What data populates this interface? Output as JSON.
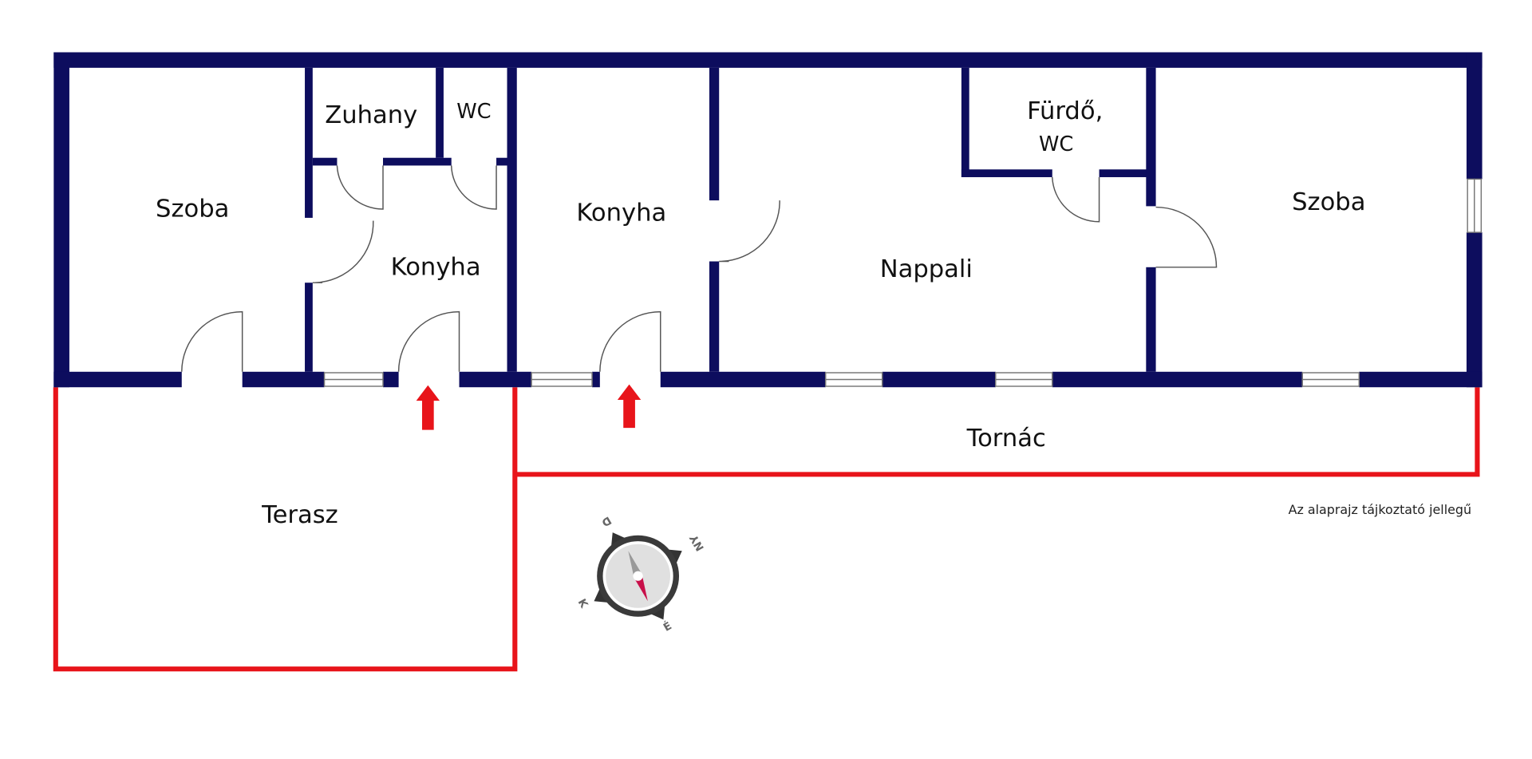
{
  "rooms": {
    "szoba_left": "Szoba",
    "zuhany": "Zuhany",
    "wc_small": "WC",
    "konyha_left": "Konyha",
    "konyha_center": "Konyha",
    "furdo_line1": "Fürdő,",
    "furdo_line2": "WC",
    "nappali": "Nappali",
    "szoba_right": "Szoba",
    "tornac": "Tornác",
    "terasz": "Terasz"
  },
  "note": "Az alaprajz tájkoztató jellegű",
  "compass": {
    "d": "D",
    "ny": "NY",
    "k": "K",
    "e": "É"
  },
  "colors": {
    "wall": "#0d0d5e",
    "outline": "#e8141a",
    "needle": "#c8104a"
  }
}
